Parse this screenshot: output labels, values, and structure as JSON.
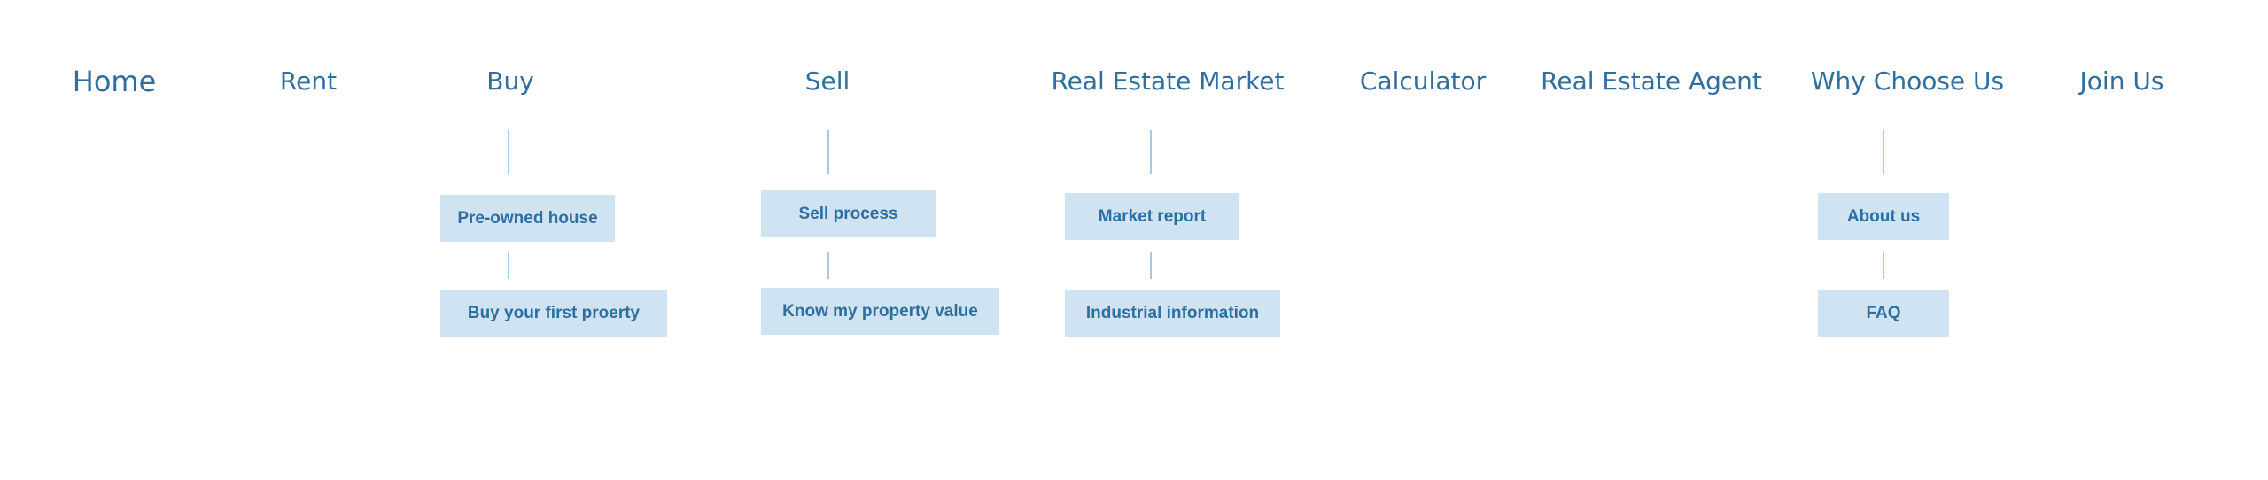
{
  "nav": {
    "home": "Home",
    "rent": "Rent",
    "buy": "Buy",
    "sell": "Sell",
    "market": "Real Estate Market",
    "calculator": "Calculator",
    "agent": "Real Estate Agent",
    "why": "Why Choose Us",
    "join": "Join Us"
  },
  "submenus": {
    "buy": [
      "Pre-owned house",
      "Buy your first proerty"
    ],
    "sell": [
      "Sell process",
      "Know my property value"
    ],
    "market": [
      "Market report",
      "Industrial information"
    ],
    "why": [
      "About us",
      "FAQ"
    ]
  },
  "colors": {
    "nav_text": "#2f6f9f",
    "box_fill": "#cfe3f3",
    "connector": "#a9c9e3"
  }
}
